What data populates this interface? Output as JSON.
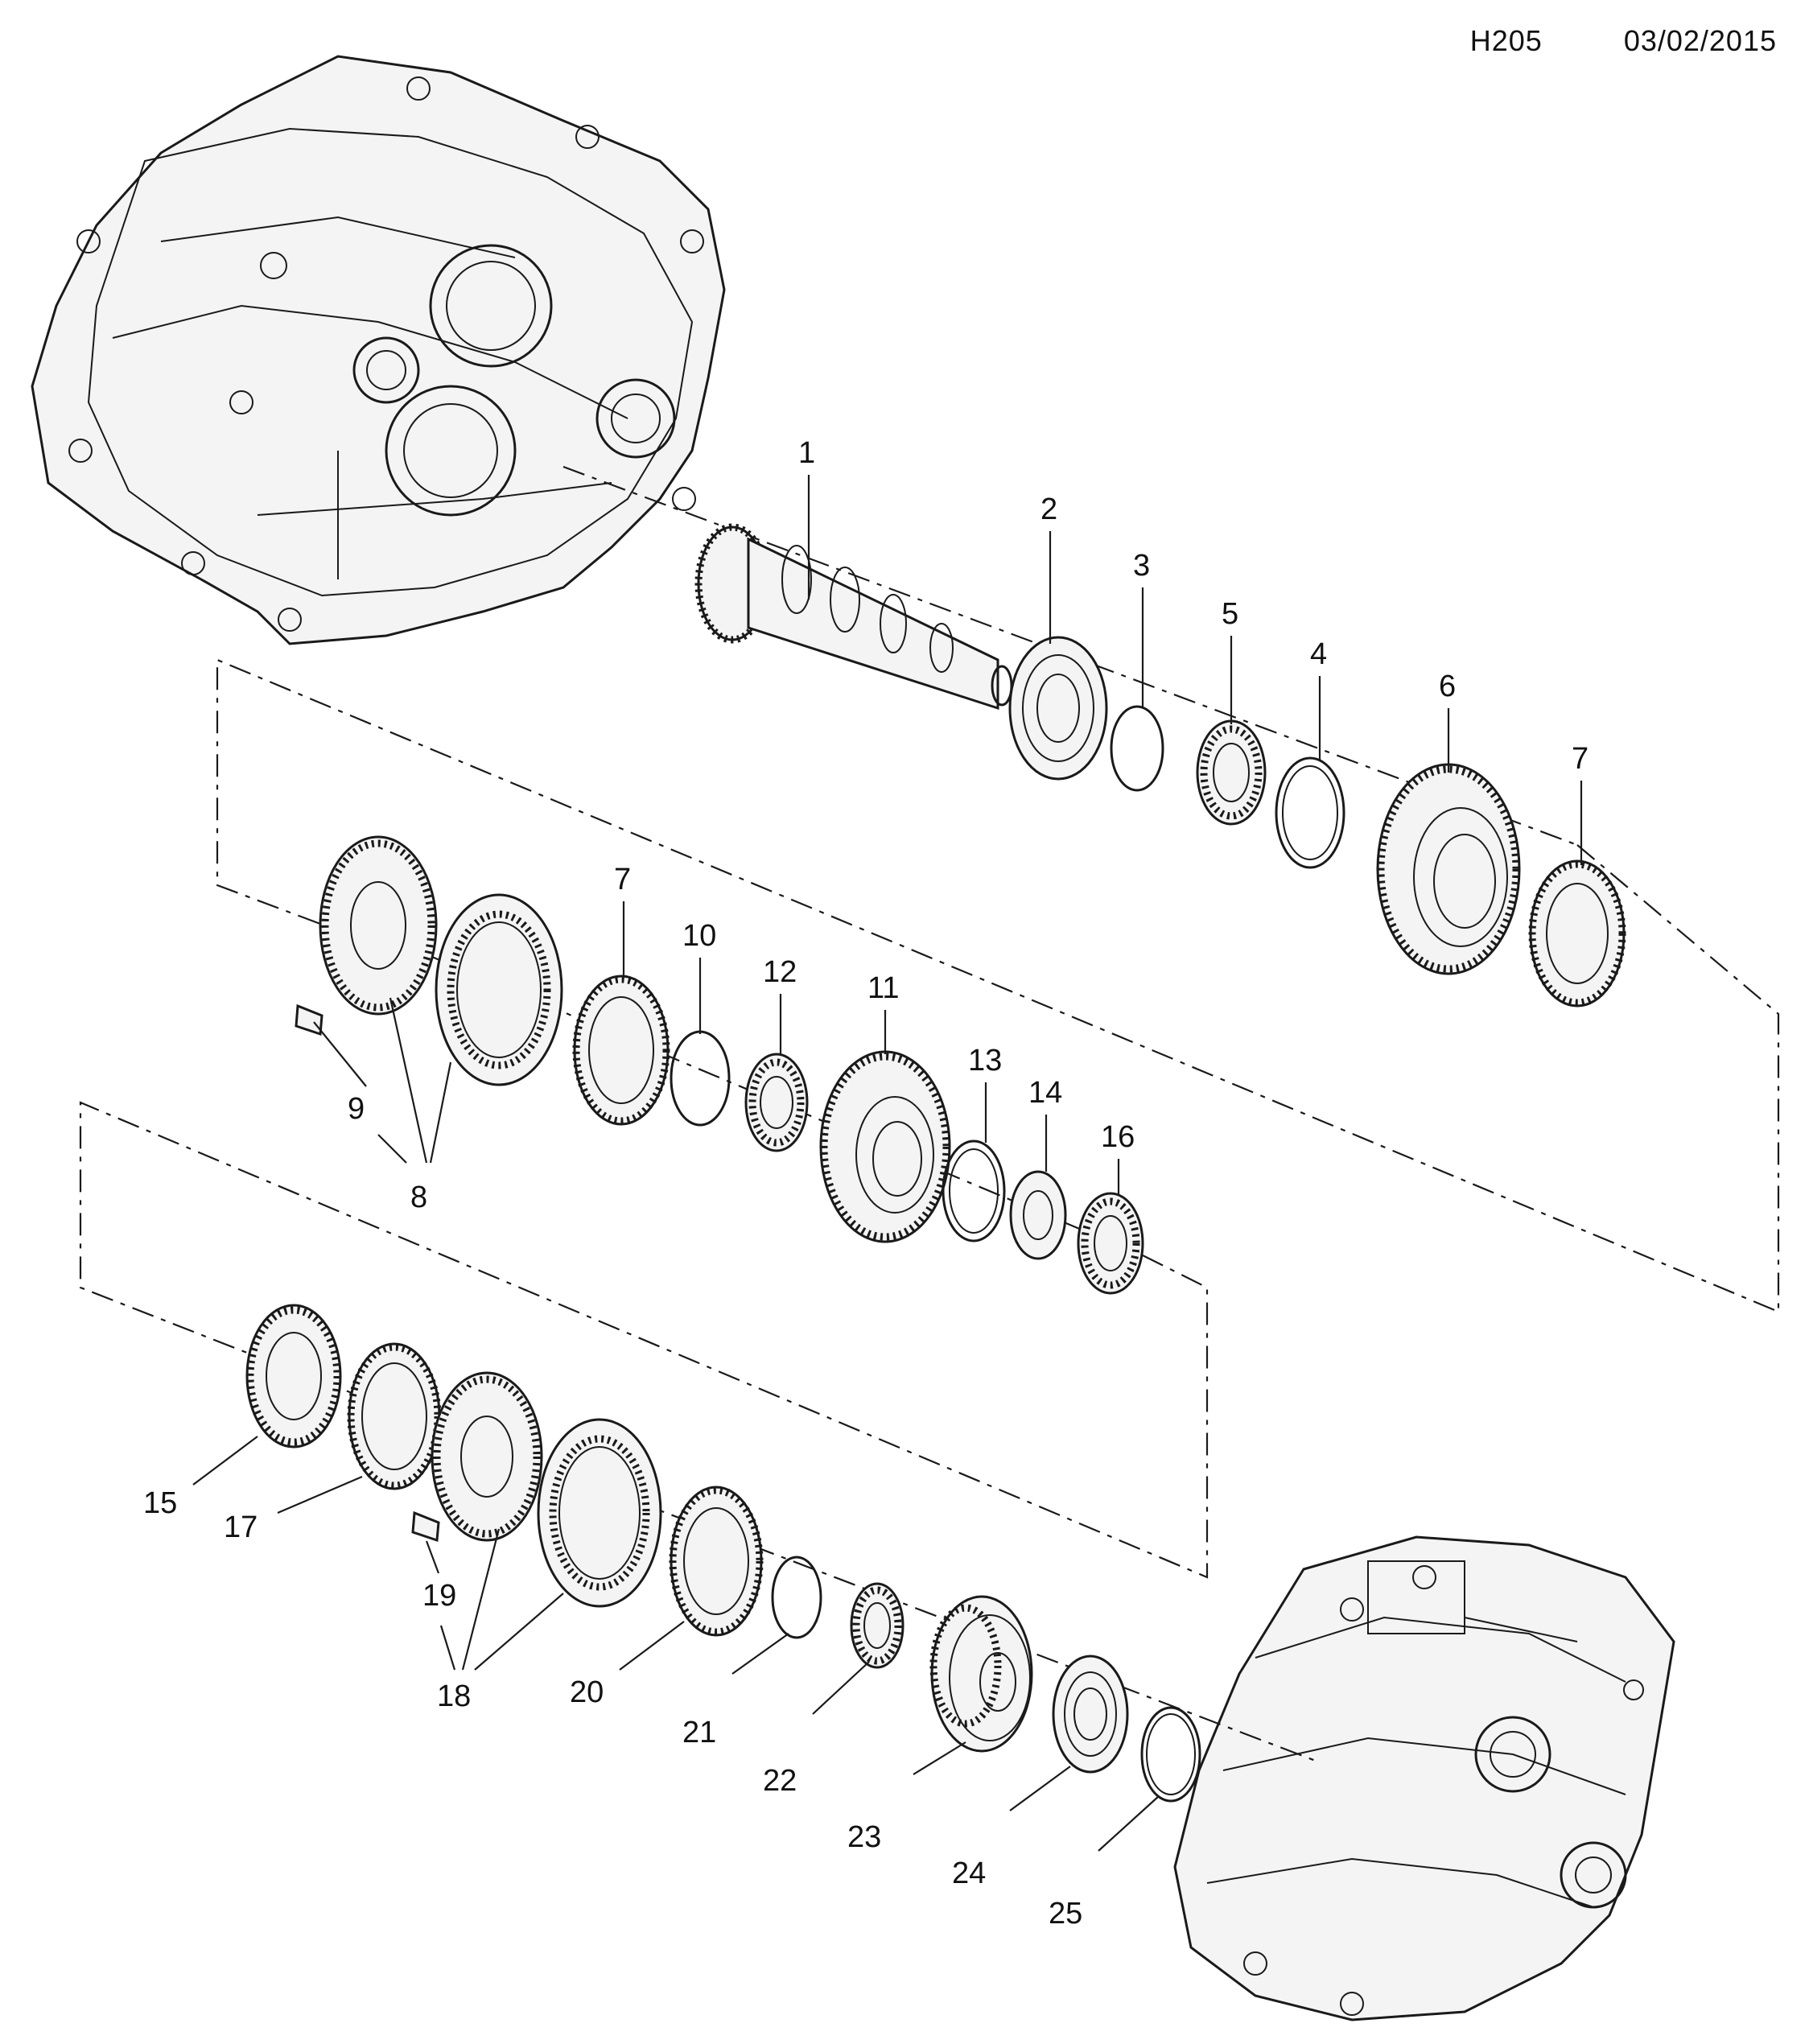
{
  "header": {
    "code": "H205",
    "date": "03/02/2015"
  },
  "callouts": [
    "1",
    "2",
    "3",
    "5",
    "4",
    "6",
    "7",
    "7",
    "10",
    "12",
    "11",
    "13",
    "14",
    "16",
    "9",
    "8",
    "15",
    "17",
    "19",
    "18",
    "20",
    "21",
    "22",
    "23",
    "24",
    "25"
  ]
}
